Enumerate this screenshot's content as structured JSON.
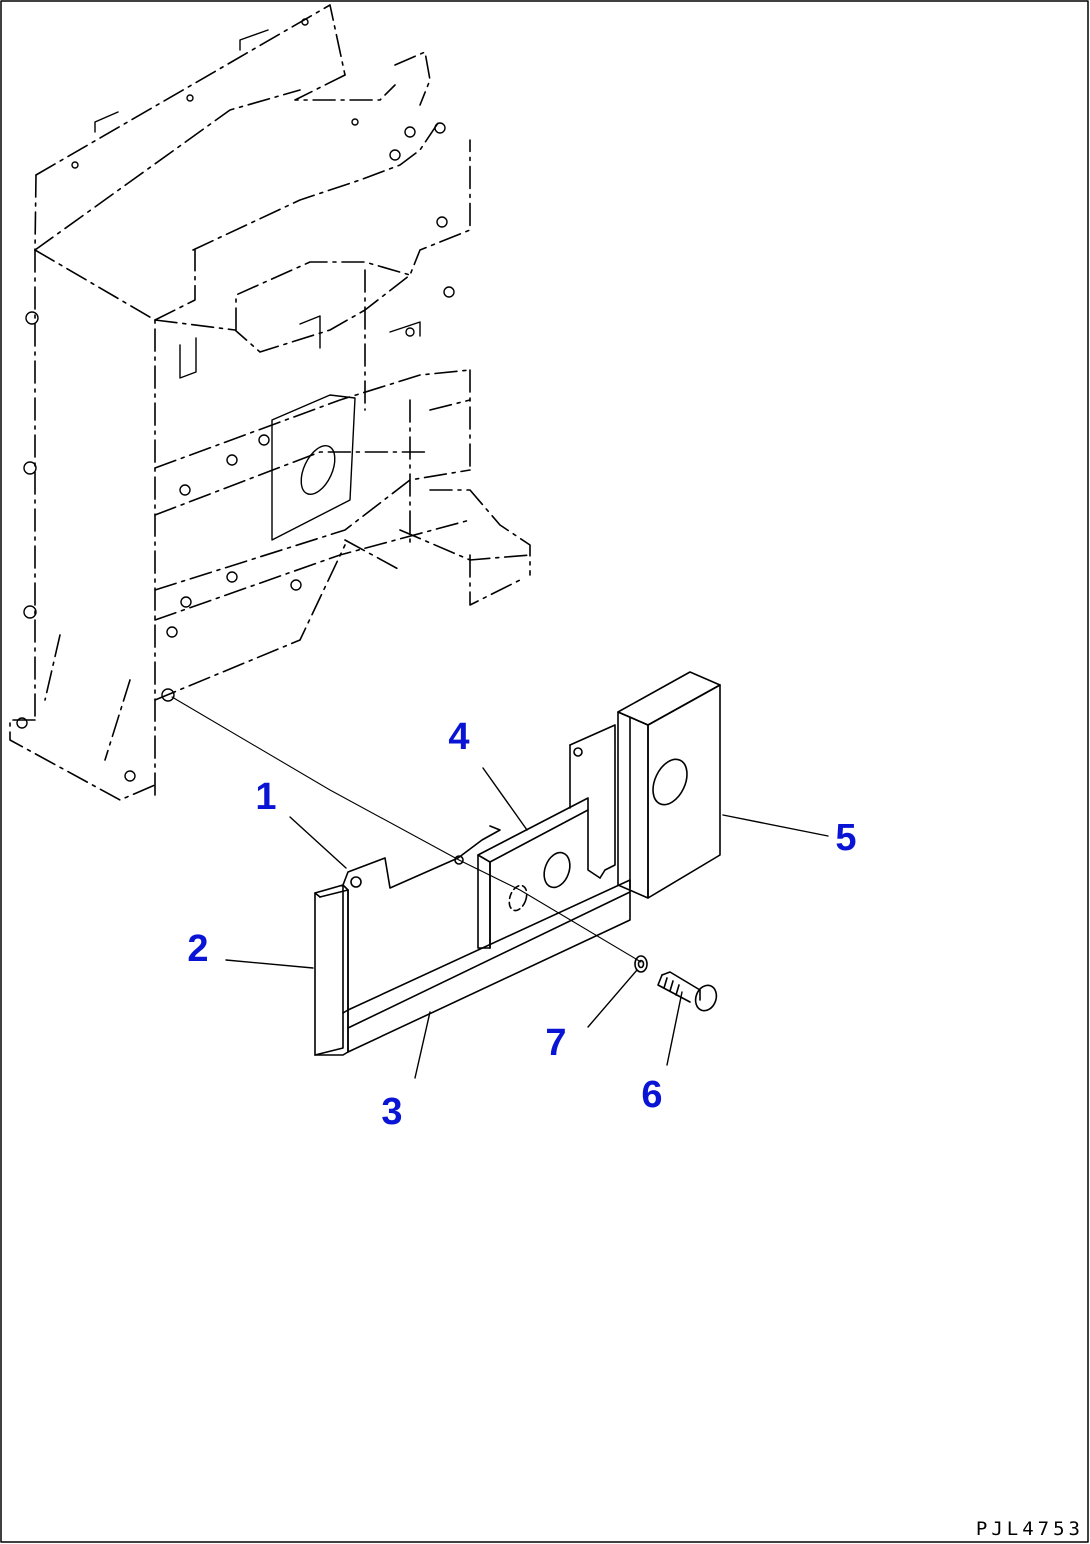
{
  "diagram": {
    "type": "exploded-parts-view",
    "line_color": "#000000",
    "callout_color": "#0a14d4",
    "callouts": [
      {
        "id": "1",
        "label": "1"
      },
      {
        "id": "2",
        "label": "2"
      },
      {
        "id": "3",
        "label": "3"
      },
      {
        "id": "4",
        "label": "4"
      },
      {
        "id": "5",
        "label": "5"
      },
      {
        "id": "6",
        "label": "6"
      },
      {
        "id": "7",
        "label": "7"
      }
    ],
    "drawing_code": "PJL4753"
  }
}
